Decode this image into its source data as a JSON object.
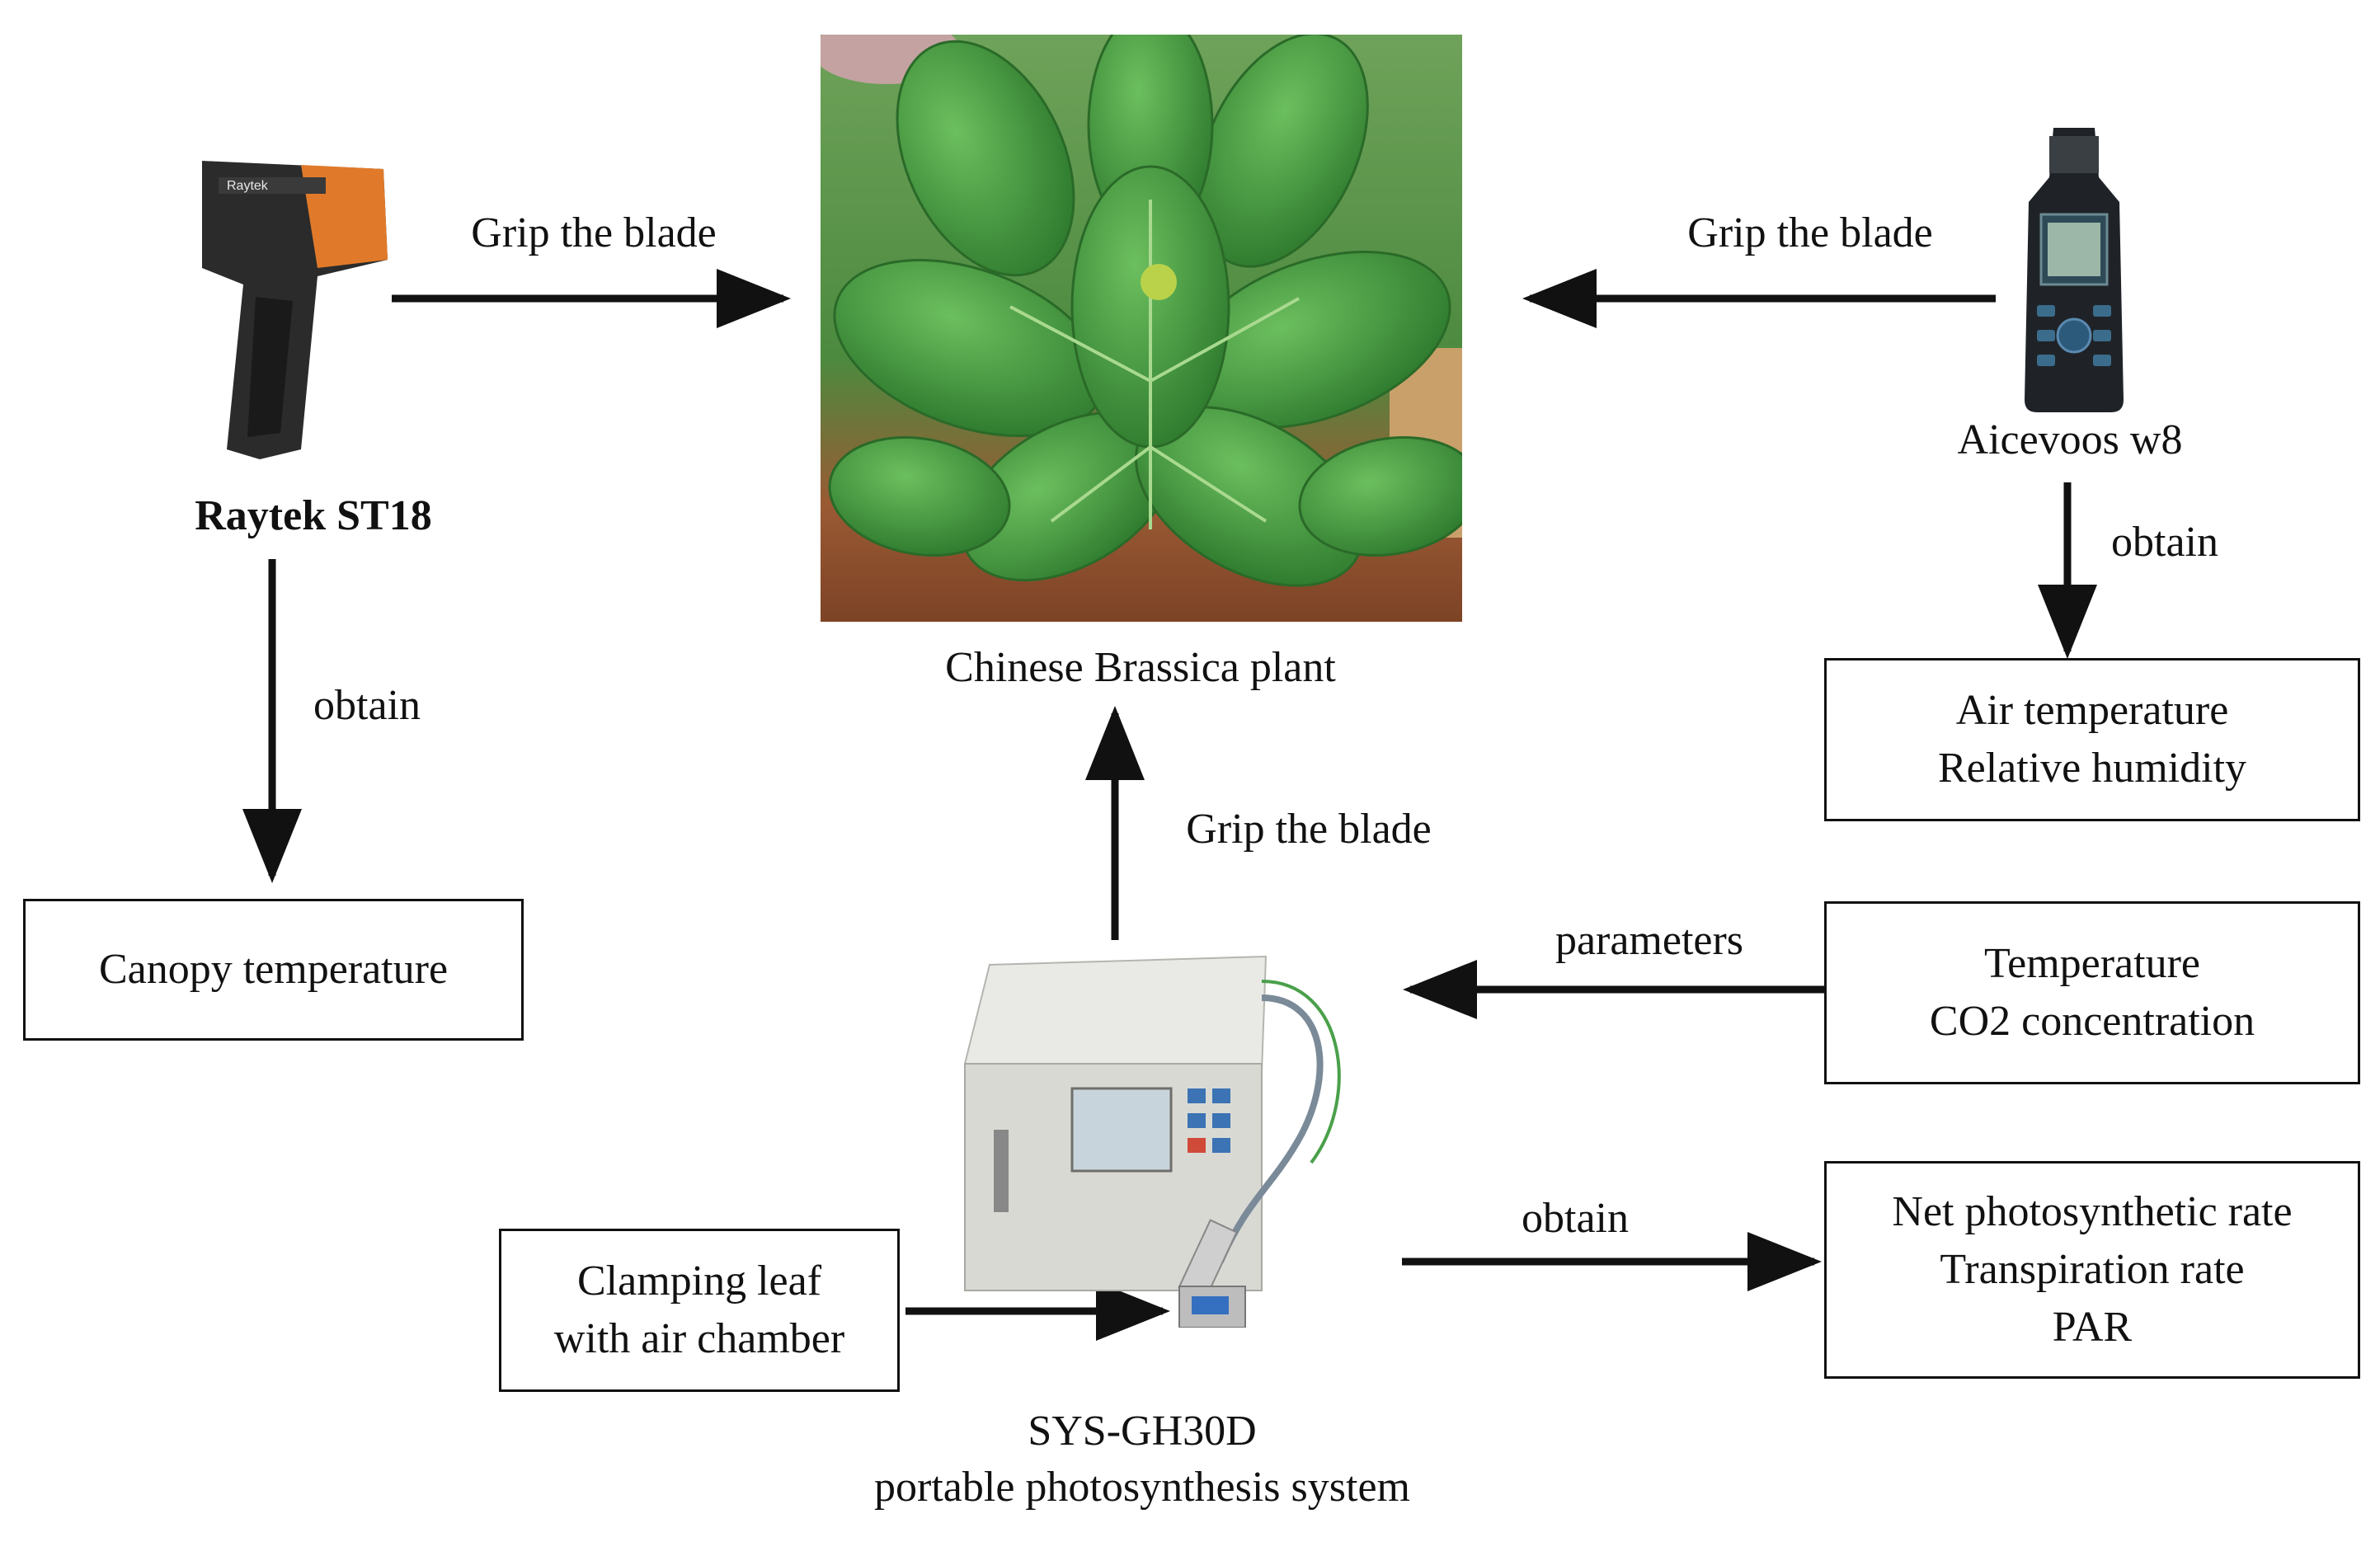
{
  "plant": {
    "caption": "Chinese Brassica plant"
  },
  "raytek": {
    "name": "Raytek ST18",
    "brand_text": "Raytek"
  },
  "aicevoos": {
    "name": "Aicevoos w8"
  },
  "system": {
    "name_line1": "SYS-GH30D",
    "name_line2": "portable photosynthesis system"
  },
  "edges": {
    "raytek_to_plant": "Grip the blade",
    "aicevoos_to_plant": "Grip the blade",
    "system_to_plant": "Grip the blade",
    "raytek_obtain": "obtain",
    "aicevoos_obtain": "obtain",
    "params_to_system": "parameters",
    "system_obtain": "obtain"
  },
  "boxes": {
    "canopy": [
      "Canopy temperature"
    ],
    "air": [
      "Air temperature",
      "Relative humidity"
    ],
    "params": [
      "Temperature",
      "CO2 concentration"
    ],
    "outputs": [
      "Net photosynthetic rate",
      "Transpiration rate",
      "PAR"
    ],
    "clamp": [
      "Clamping leaf",
      "with air chamber"
    ]
  },
  "colors": {
    "line": "#111111",
    "leaf": "#3f8f3a",
    "orange": "#e07a2a",
    "device_gray": "#d9d9d4"
  }
}
